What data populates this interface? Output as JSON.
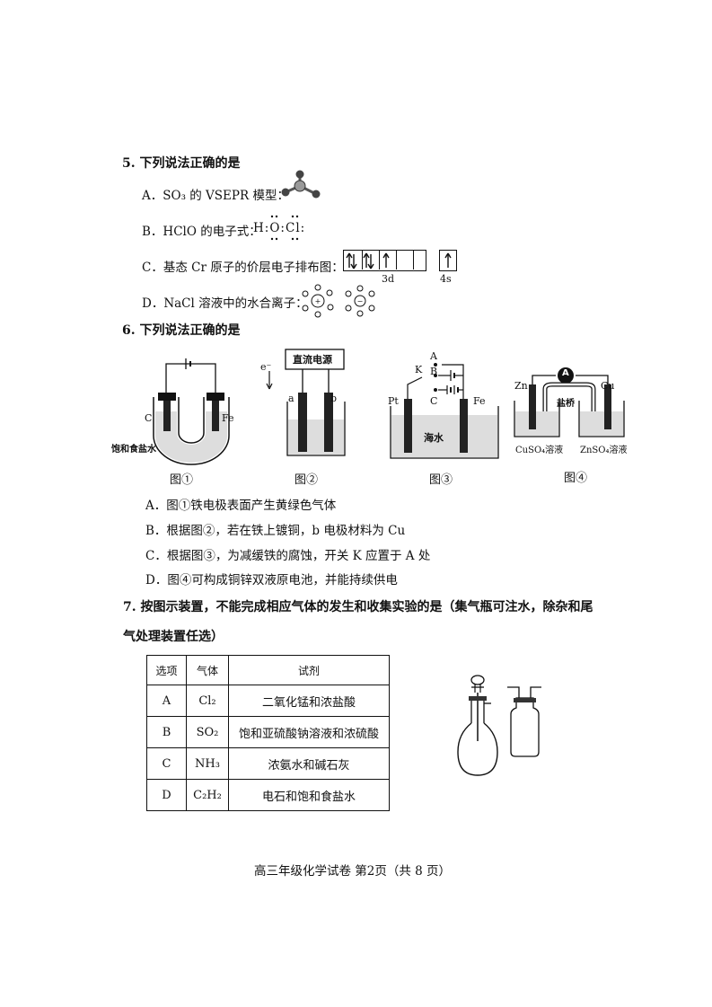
{
  "q5": {
    "number": "5.",
    "stem": "下列说法正确的是",
    "a_text": "A．SO₃ 的 VSEPR 模型：",
    "b_text": "B．HClO 的电子式：",
    "b_formula_h": "H",
    "b_formula_o": "O",
    "b_formula_cl": "Cl",
    "c_text": "C．基态 Cr 原子的价层电子排布图：",
    "c_label_3d": "3d",
    "c_label_4s": "4s",
    "d_text": "D．NaCl 溶液中的水合离子："
  },
  "q6": {
    "number": "6.",
    "stem": "下列说法正确的是",
    "fig1": {
      "label_c": "C",
      "label_fe": "Fe",
      "label_solution": "饱和食盐水",
      "caption": "图①"
    },
    "fig2": {
      "label_power": "直流电源",
      "label_e": "e⁻",
      "label_a": "a",
      "label_b": "b",
      "caption": "图②"
    },
    "fig3": {
      "label_a": "A",
      "label_k": "K",
      "label_b": "B",
      "label_c": "C",
      "label_pt": "Pt",
      "label_fe": "Fe",
      "label_seawater": "海水",
      "caption": "图③"
    },
    "fig4": {
      "label_zn": "Zn",
      "label_cu": "Cu",
      "label_ammeter": "A",
      "label_bridge": "盐桥",
      "label_cuso4": "CuSO₄溶液",
      "label_znso4": "ZnSO₄溶液",
      "caption": "图④"
    },
    "options": [
      "A．图①铁电极表面产生黄绿色气体",
      "B．根据图②，若在铁上镀铜，b 电极材料为 Cu",
      "C．根据图③，为减缓铁的腐蚀，开关 K 应置于 A 处",
      "D．图④可构成铜锌双液原电池，并能持续供电"
    ]
  },
  "q7": {
    "number": "7.",
    "stem_line1": "按图示装置，不能完成相应气体的发生和收集实验的是（集气瓶可注水，除杂和尾",
    "stem_line2": "气处理装置任选）",
    "table": {
      "headers": [
        "选项",
        "气体",
        "试剂"
      ],
      "rows": [
        [
          "A",
          "Cl₂",
          "二氧化锰和浓盐酸"
        ],
        [
          "B",
          "SO₂",
          "饱和亚硫酸钠溶液和浓硫酸"
        ],
        [
          "C",
          "NH₃",
          "浓氨水和碱石灰"
        ],
        [
          "D",
          "C₂H₂",
          "电石和饱和食盐水"
        ]
      ]
    }
  },
  "footer": {
    "text": "高三年级化学试卷 第2页（共 8 页）"
  }
}
